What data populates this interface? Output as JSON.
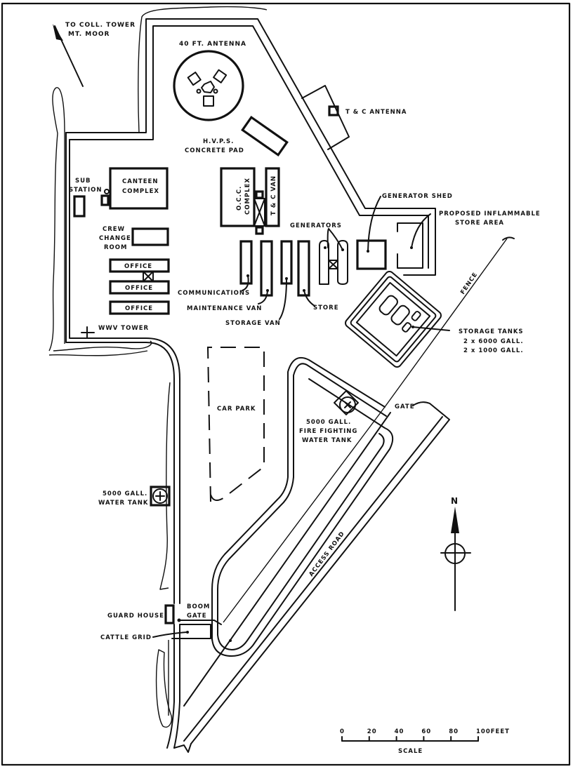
{
  "map": {
    "direction_note": [
      "TO  COLL. TOWER",
      "MT.  MOOR"
    ],
    "labels": {
      "antenna_40ft": "40 FT.  ANTENNA",
      "tc_antenna": "T & C  ANTENNA",
      "hvps": [
        "H.V.P.S.",
        "CONCRETE  PAD"
      ],
      "sub_station": [
        "SUB",
        "STATION"
      ],
      "canteen": [
        "CANTEEN",
        "COMPLEX"
      ],
      "crew_change": [
        "CREW",
        "CHANGE",
        "ROOM"
      ],
      "office_1": "OFFICE",
      "office_2": "OFFICE",
      "office_3": "OFFICE",
      "occ_complex": [
        "O.C.C.",
        "COMPLEX"
      ],
      "tc_van": "T & C  VAN",
      "generators": "GENERATORS",
      "generator_shed": "GENERATOR  SHED",
      "inflammable_store": [
        "PROPOSED  INFLAMMABLE",
        "STORE  AREA"
      ],
      "communications": "COMMUNICATIONS",
      "maintenance_van": "MAINTENANCE  VAN",
      "storage_van": "STORAGE  VAN",
      "store": "STORE",
      "fence": "FENCE",
      "storage_tanks": [
        "STORAGE  TANKS",
        "2 x 6000  GALL.",
        "2 x 1000  GALL."
      ],
      "wwv_tower": "WWV  TOWER",
      "car_park": "CAR  PARK",
      "fire_tank": [
        "5000  GALL.",
        "FIRE  FIGHTING",
        "WATER  TANK"
      ],
      "gate": "GATE",
      "water_tank": [
        "5000  GALL.",
        "WATER  TANK"
      ],
      "access_road": "ACCESS   ROAD",
      "guard_house": "GUARD  HOUSE",
      "boom_gate": [
        "BOOM",
        "GATE"
      ],
      "cattle_grid": "CATTLE  GRID"
    },
    "north_arrow": {
      "label": "N"
    },
    "scale": {
      "ticks": [
        "0",
        "20",
        "40",
        "60",
        "80",
        "100FEET"
      ],
      "unit": "FEET",
      "max_value": 100,
      "caption": "SCALE"
    }
  }
}
